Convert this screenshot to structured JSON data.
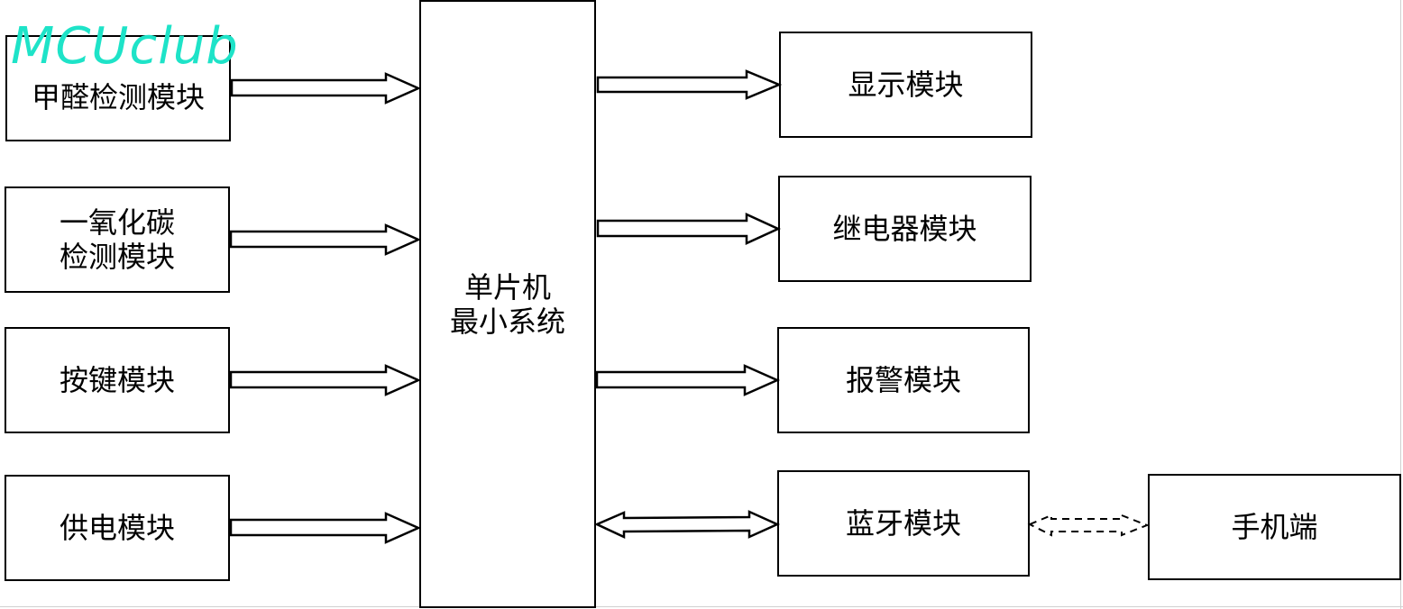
{
  "watermark": "MCUclub",
  "mcu": {
    "line1": "单片机",
    "line2": "最小系统"
  },
  "inputs": {
    "formaldehyde": "甲醛检测模块",
    "co_line1": "一氧化碳",
    "co_line2": "检测模块",
    "keys": "按键模块",
    "power": "供电模块"
  },
  "outputs": {
    "display": "显示模块",
    "relay": "继电器模块",
    "alarm": "报警模块",
    "bluetooth": "蓝牙模块"
  },
  "phone": "手机端"
}
